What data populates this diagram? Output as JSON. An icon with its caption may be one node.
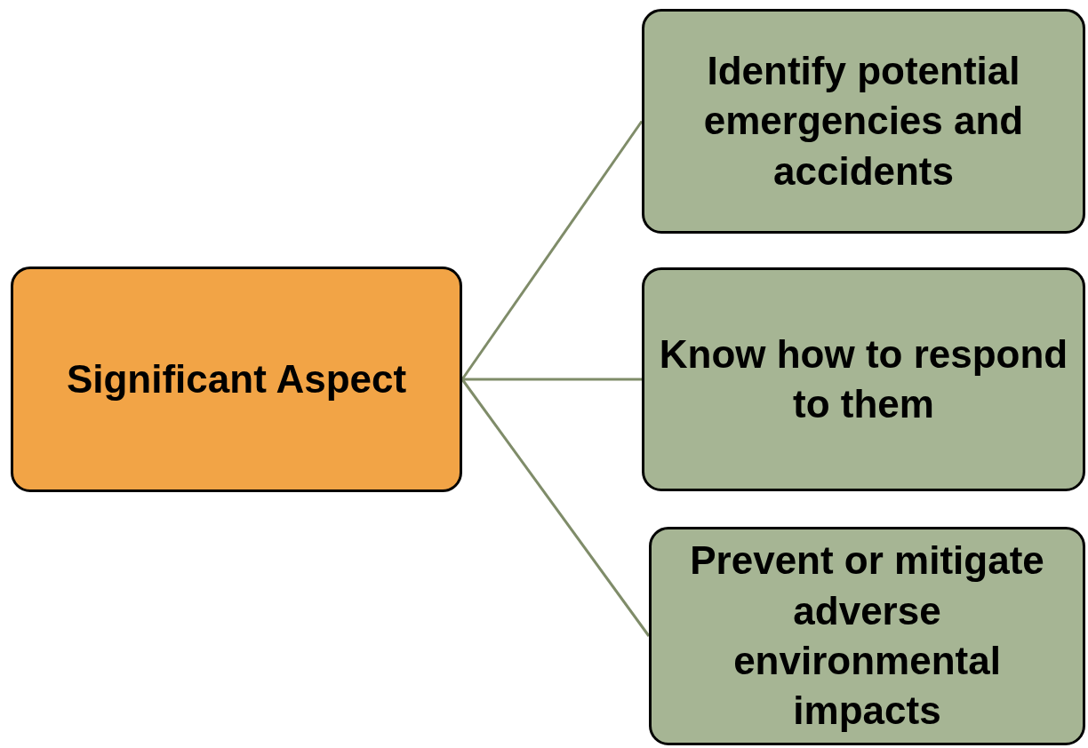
{
  "diagram": {
    "nodes": [
      {
        "text": [
          "Significant Aspect"
        ]
      },
      {
        "text": [
          "Identify potential emergencies and accidents"
        ]
      },
      {
        "text": [
          "Know how to respond to them"
        ]
      },
      {
        "text": [
          "Prevent or mitigate adverse environmental impacts"
        ]
      }
    ],
    "edges": [
      {
        "from": 0,
        "to": 1,
        "arrow": "none"
      },
      {
        "from": 0,
        "to": 2,
        "arrow": "none"
      },
      {
        "from": 0,
        "to": 3,
        "arrow": "none"
      }
    ]
  }
}
